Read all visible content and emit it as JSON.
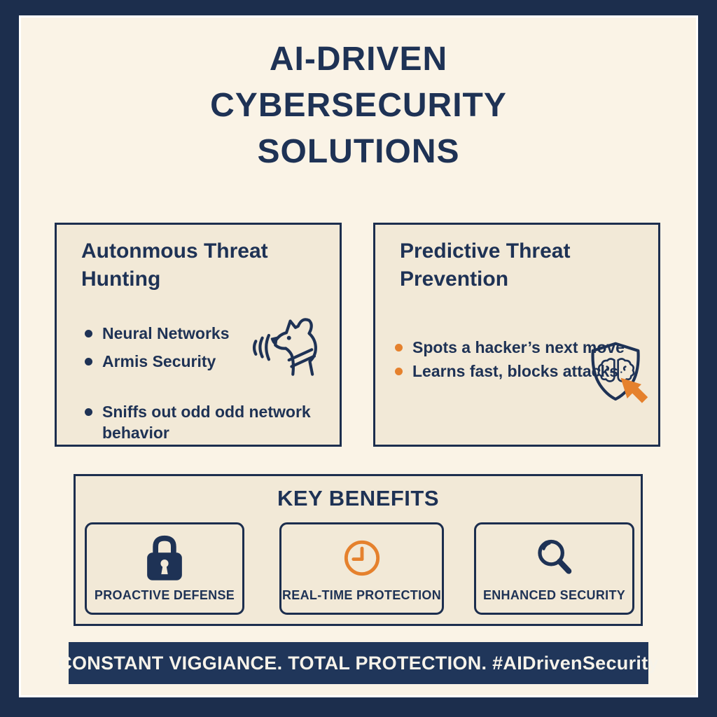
{
  "colors": {
    "navy": "#1e3255",
    "navy_border": "#1c2e4e",
    "outer_background": "#1c2e4d",
    "cream_background": "#faf3e6",
    "card_background": "#f2e9d7",
    "orange_accent": "#e5812d",
    "banner_background": "#20365a",
    "banner_text": "#f7f3ea"
  },
  "title": {
    "line1": "AI-DRIVEN",
    "line2": "CYBERSECURITY",
    "line3": "SOLUTIONS"
  },
  "cards": [
    {
      "title": "Autonmous Threat Hunting",
      "icon": "dog-sniffing-icon",
      "bullet_color": "#1e3255",
      "bullets_top": [
        "Neural Networks",
        "Armis Security"
      ],
      "bullets_bottom": [
        "Sniffs out odd odd network behavior"
      ]
    },
    {
      "title": "Predictive Threat Prevention",
      "icon": "shield-brain-cursor-icon",
      "bullet_color": "#e5812d",
      "bullets": [
        "Spots a hacker’s next move",
        "Learns fast, blocks attacks"
      ]
    }
  ],
  "key_benefits": {
    "title": "KEY BENEFITS",
    "items": [
      {
        "label": "PROACTIVE DEFENSE",
        "icon": "lock-icon",
        "icon_color": "#1e3255"
      },
      {
        "label": "REAL-TIME PROTECTION",
        "icon": "clock-icon",
        "icon_color": "#e5812d"
      },
      {
        "label": "ENHANCED SECURITY",
        "icon": "magnifier-icon",
        "icon_color": "#1e3255"
      }
    ]
  },
  "banner": {
    "text": "CONSTANT VIGGIANCE. TOTAL PROTECTION. #AIDrivenSecurity"
  }
}
